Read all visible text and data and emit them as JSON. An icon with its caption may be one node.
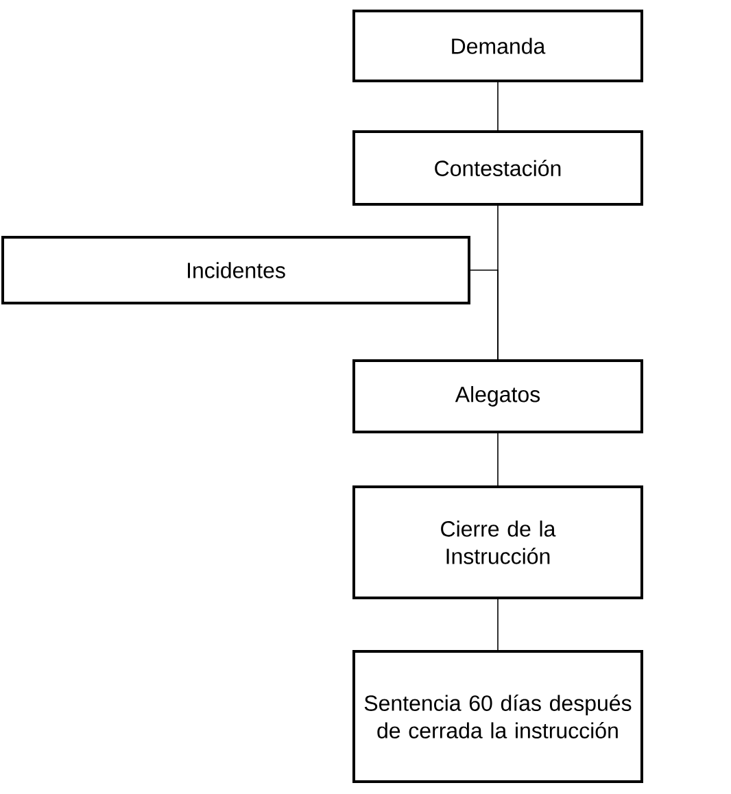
{
  "diagram": {
    "nodes": [
      {
        "text": [
          "Demanda"
        ]
      },
      {
        "text": [
          "Contestación"
        ]
      },
      {
        "text": [
          "Incidentes"
        ]
      },
      {
        "text": [
          "Alegatos"
        ]
      },
      {
        "text": [
          "Cierre de la Instrucción"
        ]
      },
      {
        "text": [
          "Sentencia 60 días después de cerrada la instrucción"
        ]
      }
    ],
    "edges": [
      {
        "from": 0,
        "to": 1,
        "arrow": "none"
      },
      {
        "from": 1,
        "to": 3,
        "arrow": "none"
      },
      {
        "from": 2,
        "to": 3,
        "arrow": "none"
      },
      {
        "from": 3,
        "to": 4,
        "arrow": "none"
      },
      {
        "from": 4,
        "to": 5,
        "arrow": "none"
      }
    ]
  }
}
